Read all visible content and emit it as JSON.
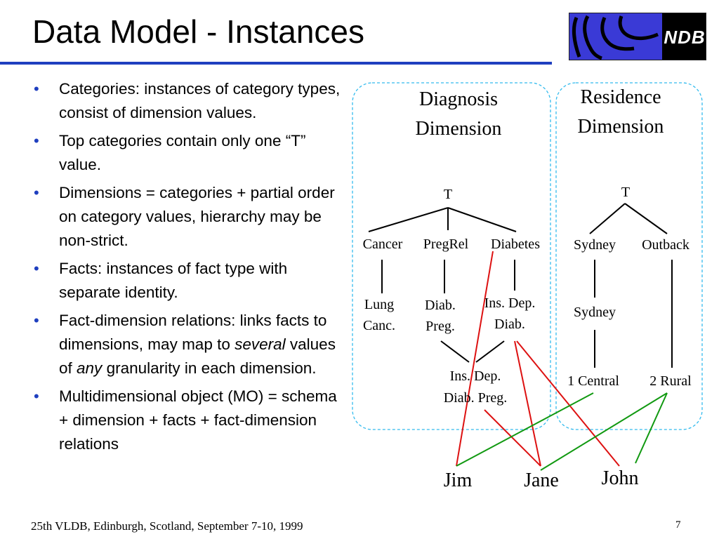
{
  "slide": {
    "title": "Data Model - Instances",
    "logo_text": "NDB",
    "bullets": [
      {
        "parts": [
          "Categories: instances of category types, consist of dimension values."
        ]
      },
      {
        "parts": [
          "Top categories contain only one “T” value."
        ]
      },
      {
        "parts": [
          "Dimensions = categories + partial order on category values, hierarchy may be non-strict."
        ]
      },
      {
        "parts": [
          "Facts: instances of fact type with separate identity."
        ]
      },
      {
        "parts": [
          "Fact-dimension relations: links facts to dimensions, may map to ",
          "several",
          " values of ",
          "any",
          " granularity in each dimension."
        ]
      },
      {
        "parts": [
          "Multidimensional object (MO) = schema + dimension + facts + fact-dimension relations"
        ]
      }
    ],
    "footer": "25th VLDB, Edinburgh, Scotland, September 7-10, 1999",
    "page_number": "7"
  },
  "diagram": {
    "colors": {
      "box_border": "#33bbee",
      "tree_line": "#000000",
      "diagnosis_link": "#dd1111",
      "residence_link": "#119911"
    },
    "diagnosis": {
      "title_line1": "Diagnosis",
      "title_line2": "Dimension",
      "top": "T",
      "cancer": "Cancer",
      "pregrel": "PregRel",
      "diabetes": "Diabetes",
      "lung_l1": "Lung",
      "lung_l2": "Canc.",
      "diabpreg_l1": "Diab.",
      "diabpreg_l2": "Preg.",
      "insdep_l1": "Ins. Dep.",
      "insdep_l2": "Diab.",
      "insdeppreg_l1": "Ins. Dep.",
      "insdeppreg_l2": "Diab. Preg."
    },
    "residence": {
      "title_line1": "Residence",
      "title_line2": "Dimension",
      "top": "T",
      "sydney": "Sydney",
      "outback": "Outback",
      "sydney_sub": "Sydney",
      "central": "1 Central",
      "rural": "2 Rural"
    },
    "facts": {
      "jim": "Jim",
      "jane": "Jane",
      "john": "John"
    }
  }
}
